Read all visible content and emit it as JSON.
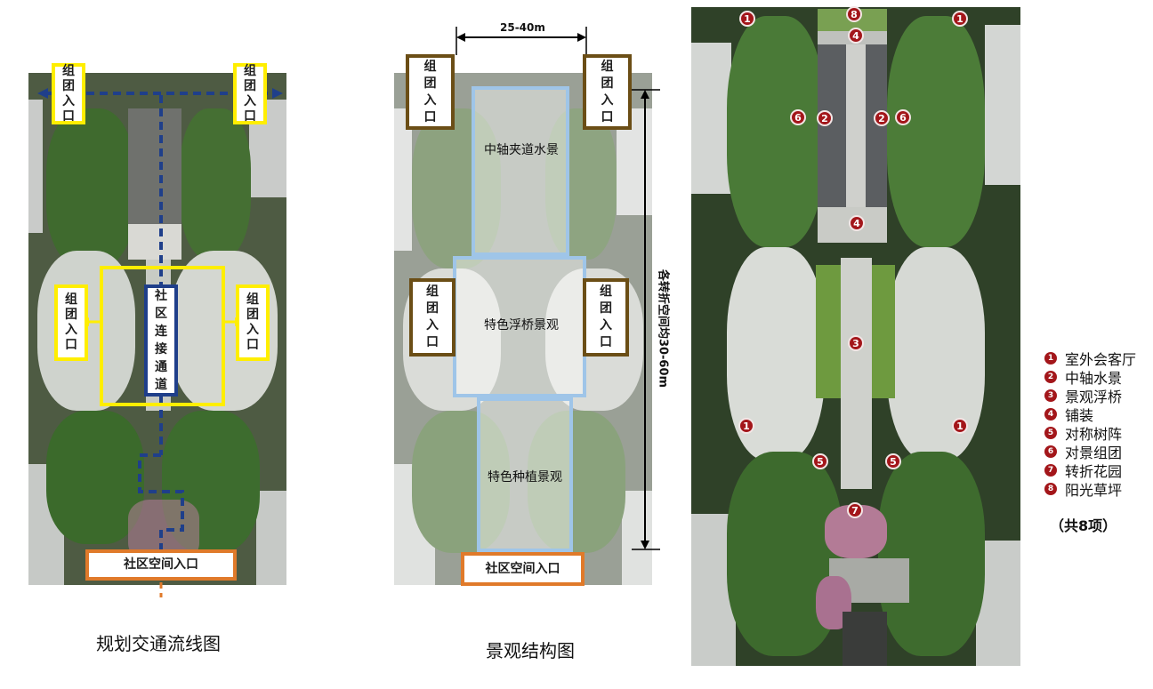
{
  "left_panel": {
    "caption": "规划交通流线图",
    "labels": {
      "group_entry_tl": "组团入口",
      "group_entry_tr": "组团入口",
      "group_entry_ml": "组团入口",
      "group_entry_mr": "组团入口",
      "community_passage": "社区连接通道",
      "community_space_entry": "社区空间入口"
    }
  },
  "middle_panel": {
    "caption": "景观结构图",
    "dimension_top": "25-40m",
    "dimension_side": "各转折空间均30-60m",
    "labels": {
      "group_entry_tl": "组团入口",
      "group_entry_tr": "组团入口",
      "group_entry_ml": "组团入口",
      "group_entry_mr": "组团入口",
      "axis_water": "中轴夹道水景",
      "floating_bridge": "特色浮桥景观",
      "planting": "特色种植景观",
      "community_space_entry": "社区空间入口"
    }
  },
  "right_panel": {
    "markers": [
      "1",
      "8",
      "1",
      "4",
      "6",
      "2",
      "2",
      "6",
      "4",
      "3",
      "1",
      "1",
      "5",
      "5",
      "7"
    ]
  },
  "legend": {
    "items": [
      {
        "num": "1",
        "label": "室外会客厅"
      },
      {
        "num": "2",
        "label": "中轴水景"
      },
      {
        "num": "3",
        "label": "景观浮桥"
      },
      {
        "num": "4",
        "label": "铺装"
      },
      {
        "num": "5",
        "label": "对称树阵"
      },
      {
        "num": "6",
        "label": "对景组团"
      },
      {
        "num": "7",
        "label": "转折花园"
      },
      {
        "num": "8",
        "label": "阳光草坪"
      }
    ],
    "total": "（共8项）"
  },
  "colors": {
    "yellow": "#ffee00",
    "navy": "#1f3f8a",
    "orange": "#e07a2a",
    "brown": "#6b4e16",
    "light_blue": "#9fc5e8",
    "marker_red": "#a3161a"
  }
}
